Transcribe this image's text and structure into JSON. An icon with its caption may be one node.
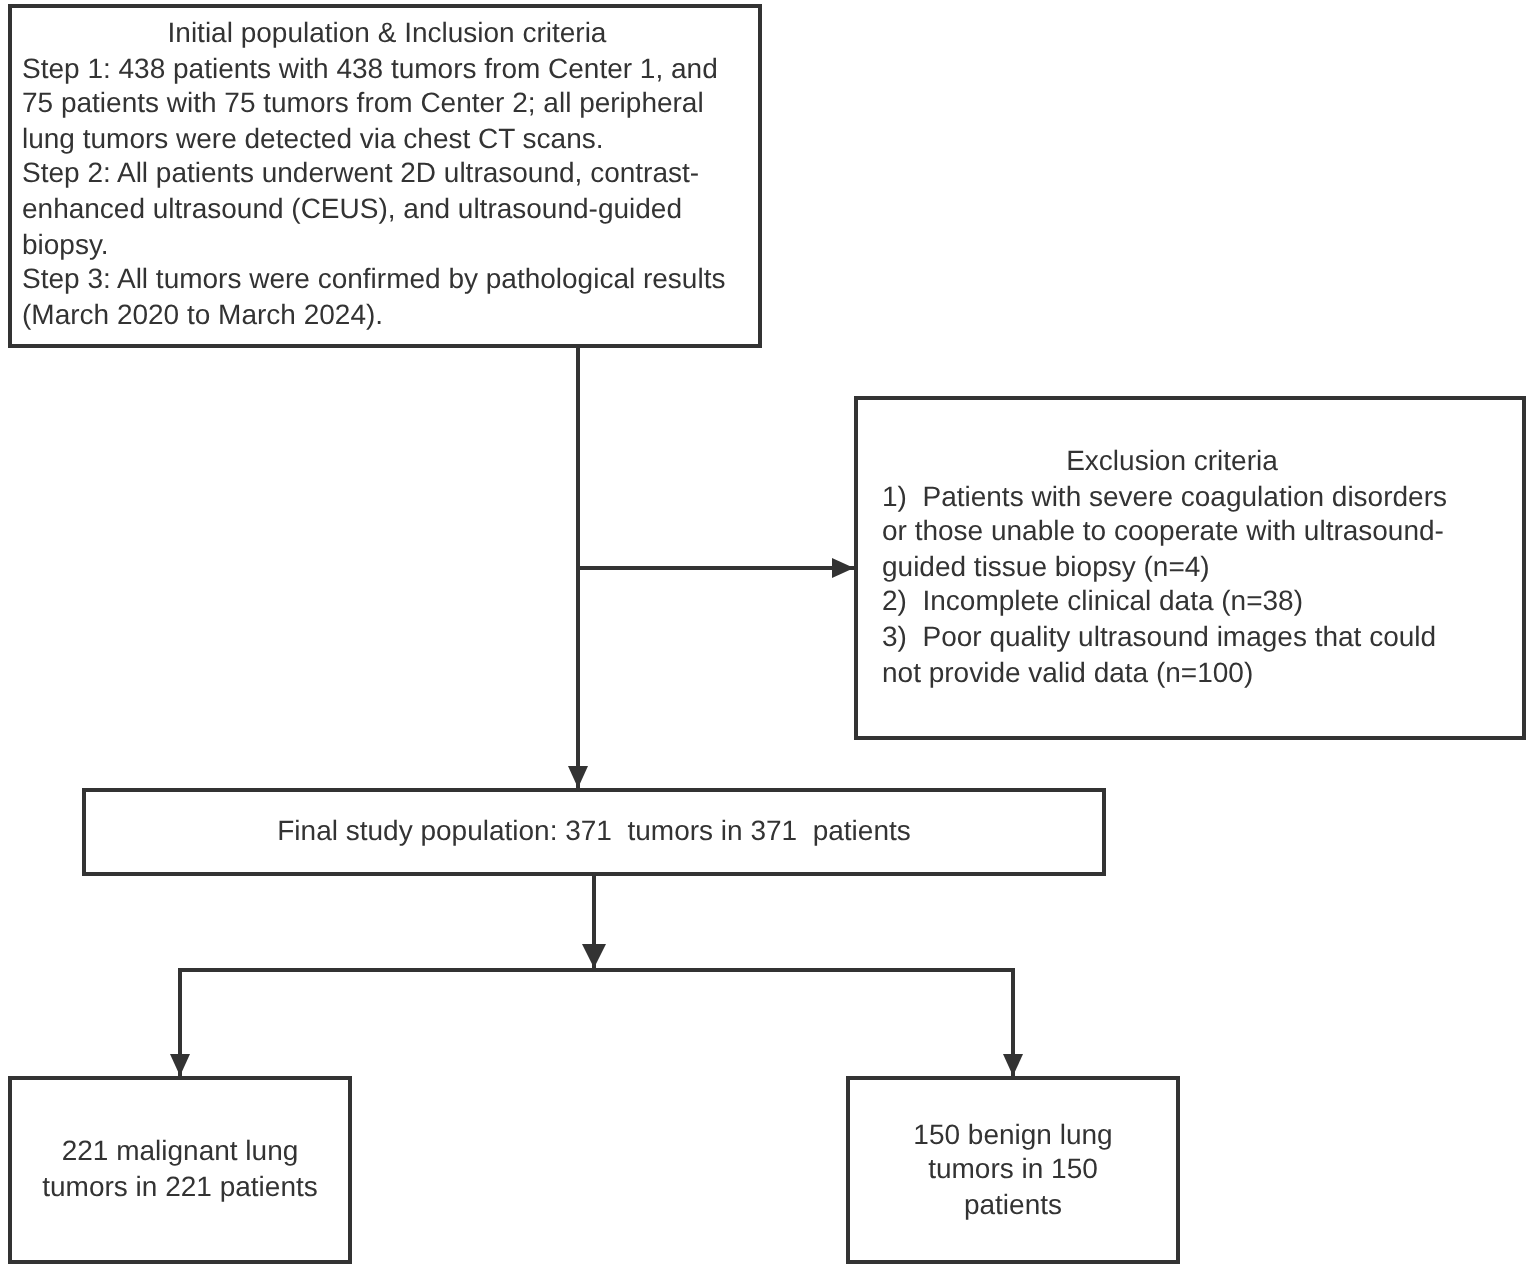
{
  "diagram": {
    "nodes": [
      {
        "text": [
          "Initial population & Inclusion criteria",
          "Step 1: 438 patients with 438 tumors from Center 1, and 75 patients with 75 tumors from Center 2; all peripheral lung tumors were detected via chest CT scans.",
          "Step 2: All patients underwent 2D ultrasound, contrast-enhanced ultrasound (CEUS), and ultrasound-guided biopsy.",
          "Step 3: All tumors were confirmed by pathological results (March 2020 to March 2024)."
        ]
      },
      {
        "text": [
          "Exclusion criteria",
          "1)  Patients with severe coagulation disorders or those unable to cooperate with ultrasound-guided tissue biopsy (n=4)",
          "2)  Incomplete clinical data (n=38)",
          "3)  Poor quality ultrasound images that could not provide valid data (n=100)"
        ]
      },
      {
        "text": [
          "Final study population: 371  tumors in 371  patients"
        ]
      },
      {
        "text": [
          "221 malignant lung tumors in 221 patients"
        ]
      },
      {
        "text": [
          "150 benign lung tumors in 150 patients"
        ]
      }
    ],
    "edges": [
      {
        "from": 0,
        "to": 2,
        "arrow": "to"
      },
      {
        "from": 0,
        "to": 1,
        "arrow": "to"
      },
      {
        "from": 2,
        "to": 3,
        "arrow": "to"
      },
      {
        "from": 2,
        "to": 4,
        "arrow": "to"
      }
    ]
  }
}
